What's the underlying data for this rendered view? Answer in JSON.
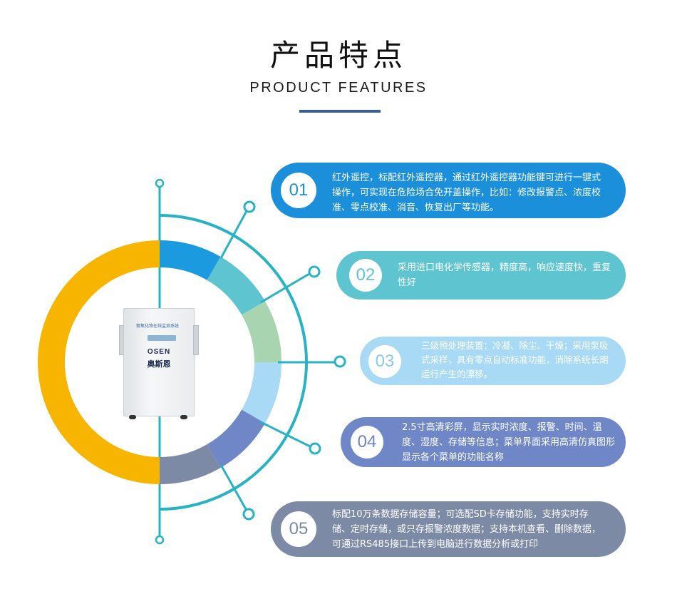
{
  "header": {
    "title_cn": "产品特点",
    "title_en": "PRODUCT FEATURES"
  },
  "product": {
    "panel_title": "氨氧化物在线监测系统",
    "brand_logo": "OSEN",
    "brand_cn": "奥斯恩"
  },
  "features": [
    {
      "num": "01",
      "text": "红外遥控，标配红外遥控器，通过红外遥控器功能键可进行一键式操作，可实现在危险场合免开盖操作，比如：修改报警点、浓度校准、零点校准、消音、恢复出厂等功能。",
      "color": "#1b8fd9",
      "num_color": "#1b8fd9"
    },
    {
      "num": "02",
      "text": "采用进口电化学传感器，精度高，响应速度快，重复性好",
      "color": "#5ec4cf",
      "num_color": "#5ec4cf"
    },
    {
      "num": "03",
      "text": "三级预处理装置：冷凝、除尘、干燥；采用泵吸式采样，具有零点自动标准功能，消除系统长期运行产生的漂移。",
      "color": "#a8d9f5",
      "num_color": "#8cc8ea"
    },
    {
      "num": "04",
      "text": "2.5寸高清彩屏，显示实时浓度、报警、时间、温度、湿度、存储等信息；菜单界面采用高清仿真图形显示各个菜单的功能名称",
      "color": "#6f86c7",
      "num_color": "#6f86c7"
    },
    {
      "num": "05",
      "text": "标配10万条数据存储容量；可选配SD卡存储功能，支持实时存储、定时存储，或只存报警浓度数据；支持本机查看、删除数据，可通过RS485接口上传到电脑进行数据分析或打印",
      "color": "#7d8aa6",
      "num_color": "#7d8aa6"
    }
  ],
  "colors": {
    "accent": "#3a5f8f",
    "teal": "#27b3c3",
    "yellow": "#f7b500"
  }
}
